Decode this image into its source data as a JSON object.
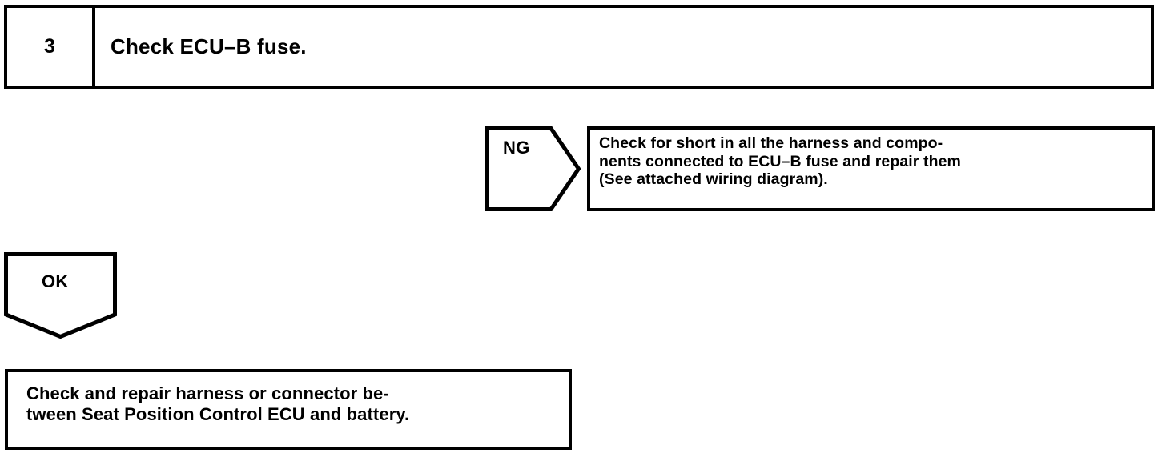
{
  "document": {
    "type": "troubleshooting-flowchart",
    "colors": {
      "ink": "#000000",
      "paper": "#ffffff"
    }
  },
  "step": {
    "number": "3",
    "instruction": "Check ECU–B fuse."
  },
  "branches": {
    "ng": {
      "tag_label": "NG",
      "result_text": "Check for short in all the harness and compo-\nnents connected to ECU–B fuse and repair them\n(See attached wiring diagram)."
    },
    "ok": {
      "tag_label": "OK",
      "result_text": "Check and repair harness or connector be-\ntween Seat Position Control ECU and battery."
    }
  }
}
